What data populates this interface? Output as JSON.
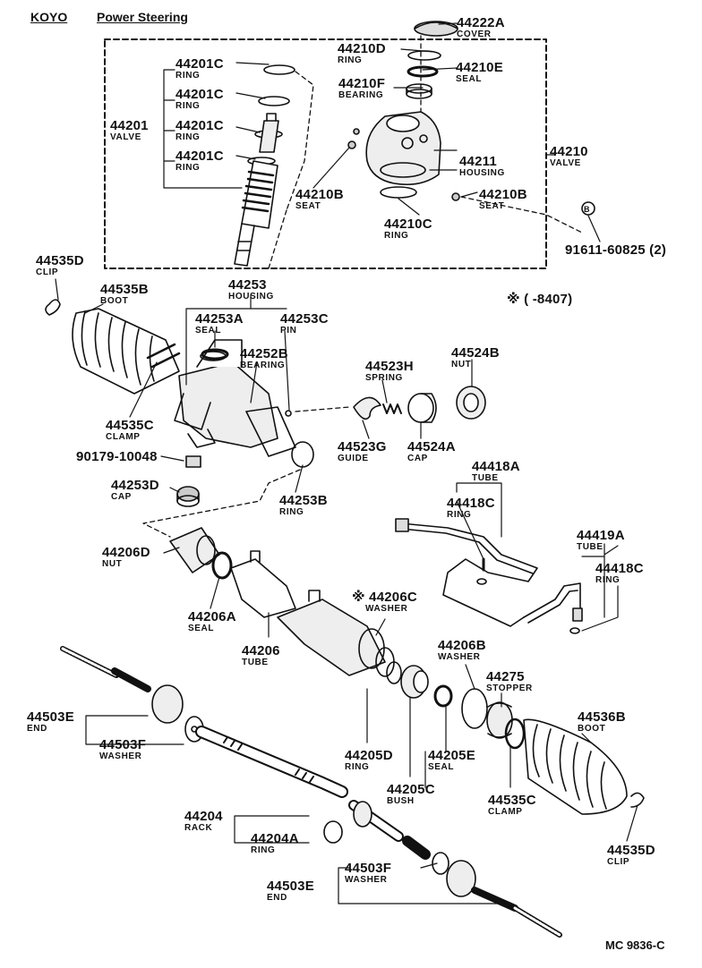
{
  "header": {
    "brand": "KOYO",
    "title": "Power Steering"
  },
  "footer": {
    "code": "MC 9836-C"
  },
  "note": "※ (       -8407)",
  "parts": [
    {
      "id": "p44222A",
      "num": "44222A",
      "name": "COVER"
    },
    {
      "id": "p44210D",
      "num": "44210D",
      "name": "RING"
    },
    {
      "id": "p44210E",
      "num": "44210E",
      "name": "SEAL"
    },
    {
      "id": "p44210F",
      "num": "44210F",
      "name": "BEARING"
    },
    {
      "id": "p44201Ca",
      "num": "44201C",
      "name": "RING"
    },
    {
      "id": "p44201Cb",
      "num": "44201C",
      "name": "RING"
    },
    {
      "id": "p44201Cc",
      "num": "44201C",
      "name": "RING"
    },
    {
      "id": "p44201Cd",
      "num": "44201C",
      "name": "RING"
    },
    {
      "id": "p44201",
      "num": "44201",
      "name": "VALVE"
    },
    {
      "id": "p44211",
      "num": "44211",
      "name": "HOUSING"
    },
    {
      "id": "p44210",
      "num": "44210",
      "name": "VALVE"
    },
    {
      "id": "p44210Ba",
      "num": "44210B",
      "name": "SEAT"
    },
    {
      "id": "p44210Bb",
      "num": "44210B",
      "name": "SEAT"
    },
    {
      "id": "p44210C",
      "num": "44210C",
      "name": "RING"
    },
    {
      "id": "p91611",
      "num": "91611-60825 (2)",
      "name": ""
    },
    {
      "id": "p44535Da",
      "num": "44535D",
      "name": "CLIP"
    },
    {
      "id": "p44535B",
      "num": "44535B",
      "name": "BOOT"
    },
    {
      "id": "p44253",
      "num": "44253",
      "name": "HOUSING"
    },
    {
      "id": "p44253A",
      "num": "44253A",
      "name": "SEAL"
    },
    {
      "id": "p44253C",
      "num": "44253C",
      "name": "PIN"
    },
    {
      "id": "p44252B",
      "num": "44252B",
      "name": "BEARING"
    },
    {
      "id": "p44535Ca",
      "num": "44535C",
      "name": "CLAMP"
    },
    {
      "id": "p90179",
      "num": "90179-10048",
      "name": ""
    },
    {
      "id": "p44253D",
      "num": "44253D",
      "name": "CAP"
    },
    {
      "id": "p44253B",
      "num": "44253B",
      "name": "RING"
    },
    {
      "id": "p44523H",
      "num": "44523H",
      "name": "SPRING"
    },
    {
      "id": "p44524B",
      "num": "44524B",
      "name": "NUT"
    },
    {
      "id": "p44523G",
      "num": "44523G",
      "name": "GUIDE"
    },
    {
      "id": "p44524A",
      "num": "44524A",
      "name": "CAP"
    },
    {
      "id": "p44418A",
      "num": "44418A",
      "name": "TUBE"
    },
    {
      "id": "p44418Ca",
      "num": "44418C",
      "name": "RING"
    },
    {
      "id": "p44419A",
      "num": "44419A",
      "name": "TUBE"
    },
    {
      "id": "p44418Cb",
      "num": "44418C",
      "name": "RING"
    },
    {
      "id": "p44206D",
      "num": "44206D",
      "name": "NUT"
    },
    {
      "id": "p44206C",
      "num": "※ 44206C",
      "name": "WASHER"
    },
    {
      "id": "p44206A",
      "num": "44206A",
      "name": "SEAL"
    },
    {
      "id": "p44206",
      "num": "44206",
      "name": "TUBE"
    },
    {
      "id": "p44206B",
      "num": "44206B",
      "name": "WASHER"
    },
    {
      "id": "p44275",
      "num": "44275",
      "name": "STOPPER"
    },
    {
      "id": "p44536B",
      "num": "44536B",
      "name": "BOOT"
    },
    {
      "id": "p44503Ea",
      "num": "44503E",
      "name": "END"
    },
    {
      "id": "p44503Fa",
      "num": "44503F",
      "name": "WASHER"
    },
    {
      "id": "p44205D",
      "num": "44205D",
      "name": "RING"
    },
    {
      "id": "p44205E",
      "num": "44205E",
      "name": "SEAL"
    },
    {
      "id": "p44205C",
      "num": "44205C",
      "name": "BUSH"
    },
    {
      "id": "p44535Cb",
      "num": "44535C",
      "name": "CLAMP"
    },
    {
      "id": "p44204",
      "num": "44204",
      "name": "RACK"
    },
    {
      "id": "p44204A",
      "num": "44204A",
      "name": "RING"
    },
    {
      "id": "p44535Db",
      "num": "44535D",
      "name": "CLIP"
    },
    {
      "id": "p44503Fb",
      "num": "44503F",
      "name": "WASHER"
    },
    {
      "id": "p44503Eb",
      "num": "44503E",
      "name": "END"
    }
  ]
}
